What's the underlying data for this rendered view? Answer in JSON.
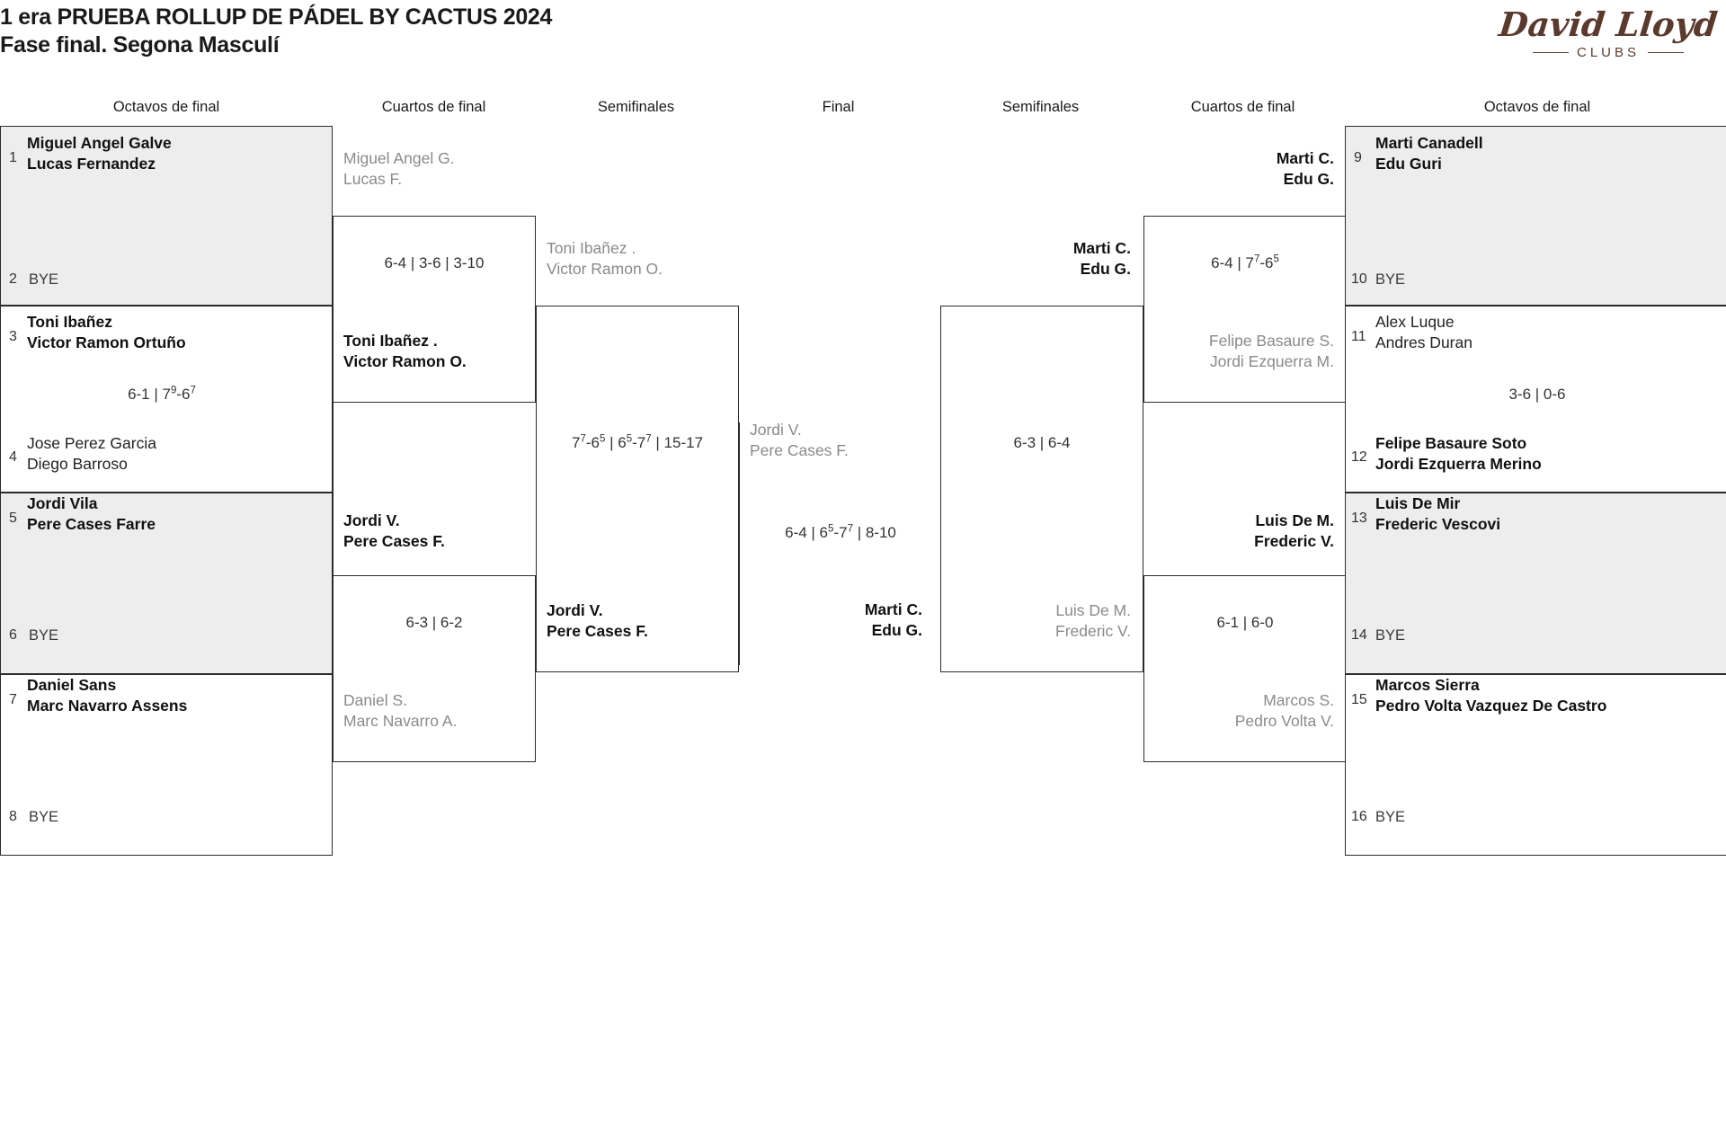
{
  "header": {
    "title_line1": "1 era PRUEBA ROLLUP DE PÁDEL BY CACTUS 2024",
    "title_line2": "Fase final. Segona Masculí",
    "logo_word": "David Lloyd",
    "logo_sub": "CLUBS",
    "brand_color": "#5b3a2e"
  },
  "round_headers": {
    "left_r16": "Octavos de final",
    "left_qf": "Cuartos de final",
    "left_sf": "Semifinales",
    "final": "Final",
    "right_sf": "Semifinales",
    "right_qf": "Cuartos de final",
    "right_r16": "Octavos de final"
  },
  "left_r16": [
    {
      "seed": "1",
      "p1": "Miguel Angel Galve",
      "p2": "Lucas Fernandez"
    },
    {
      "seed": "2",
      "bye": "BYE"
    },
    {
      "seed": "3",
      "p1": "Toni Ibañez",
      "p2": "Victor Ramon Ortuño"
    },
    {
      "seed": "4",
      "p1": "Jose Perez Garcia",
      "p2": "Diego Barroso"
    },
    {
      "seed": "5",
      "p1": "Jordi Vila",
      "p2": "Pere Cases Farre"
    },
    {
      "seed": "6",
      "bye": "BYE"
    },
    {
      "seed": "7",
      "p1": "Daniel Sans",
      "p2": "Marc Navarro Assens"
    },
    {
      "seed": "8",
      "bye": "BYE"
    }
  ],
  "left_r16_scores": {
    "match_3_4": "6-1 | 7|9|-6|7|"
  },
  "left_qf": [
    {
      "p1": "Miguel Angel G.",
      "p2": "Lucas F.",
      "result": "lose"
    },
    {
      "p1": "Toni Ibañez .",
      "p2": "Victor Ramon O.",
      "result": "win"
    },
    {
      "p1": "Jordi V.",
      "p2": "Pere Cases F.",
      "result": "win"
    },
    {
      "p1": "Daniel S.",
      "p2": "Marc Navarro A.",
      "result": "lose"
    }
  ],
  "left_qf_scores": {
    "top": "6-4 | 3-6 | 3-10",
    "bottom": "6-3 | 6-2"
  },
  "left_sf": [
    {
      "p1": "Toni Ibañez .",
      "p2": "Victor Ramon O.",
      "result": "lose"
    },
    {
      "p1": "Jordi V.",
      "p2": "Pere Cases F.",
      "result": "win"
    }
  ],
  "left_sf_score": "7|7|-6|5| | 6|5|-7|7| | 15-17",
  "final_left": {
    "p1": "Jordi V.",
    "p2": "Pere Cases F.",
    "result": "lose"
  },
  "final_right": {
    "p1": "Marti C.",
    "p2": "Edu G.",
    "result": "win"
  },
  "final_score": "6-4 | 6|5|-7|7| | 8-10",
  "right_sf": [
    {
      "p1": "Marti C.",
      "p2": "Edu G.",
      "result": "win"
    },
    {
      "p1": "Luis De M.",
      "p2": "Frederic V.",
      "result": "lose"
    }
  ],
  "right_sf_score": "6-3 | 6-4",
  "right_qf": [
    {
      "p1": "Marti C.",
      "p2": "Edu G.",
      "result": "win"
    },
    {
      "p1": "Felipe Basaure S.",
      "p2": "Jordi Ezquerra M.",
      "result": "lose"
    },
    {
      "p1": "Luis De M.",
      "p2": "Frederic V.",
      "result": "win"
    },
    {
      "p1": "Marcos S.",
      "p2": "Pedro Volta V.",
      "result": "lose"
    }
  ],
  "right_qf_scores": {
    "top": "6-4 | 7|7|-6|5|",
    "bottom": "6-1 | 6-0"
  },
  "right_r16": [
    {
      "seed": "9",
      "p1": "Marti Canadell",
      "p2": "Edu Guri"
    },
    {
      "seed": "10",
      "bye": "BYE"
    },
    {
      "seed": "11",
      "p1": "Alex Luque",
      "p2": "Andres Duran"
    },
    {
      "seed": "12",
      "p1": "Felipe Basaure Soto",
      "p2": "Jordi Ezquerra Merino"
    },
    {
      "seed": "13",
      "p1": "Luis De Mir",
      "p2": "Frederic Vescovi"
    },
    {
      "seed": "14",
      "bye": "BYE"
    },
    {
      "seed": "15",
      "p1": "Marcos Sierra",
      "p2": "Pedro Volta Vazquez De Castro"
    },
    {
      "seed": "16",
      "bye": "BYE"
    }
  ],
  "right_r16_scores": {
    "match_11_12": "3-6 | 0-6"
  }
}
